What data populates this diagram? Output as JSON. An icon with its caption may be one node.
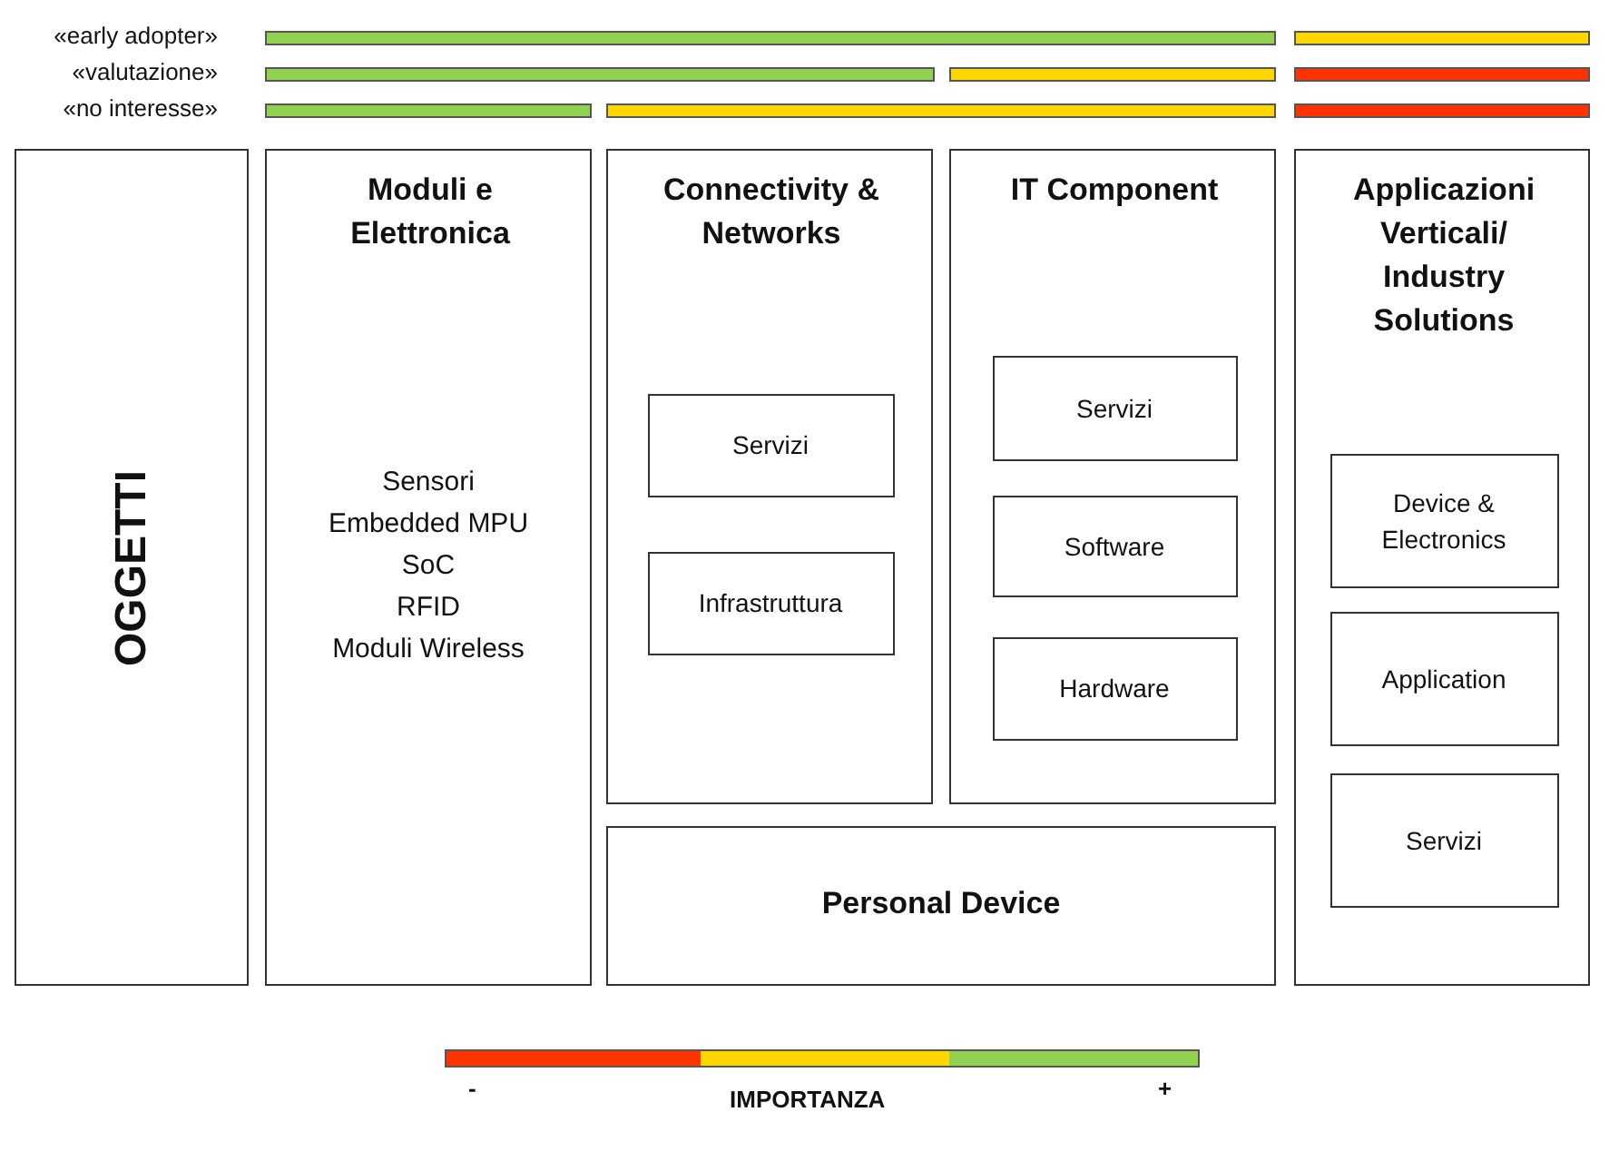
{
  "diagram": {
    "nodes": [
      {
        "text": [
          "OGGETTI"
        ]
      },
      {
        "text": [
          "Moduli e Elettronica",
          "Sensori",
          "Embedded MPU",
          "SoC",
          "RFID",
          "Moduli Wireless"
        ]
      },
      {
        "text": [
          "Connectivity & Networks"
        ]
      },
      {
        "text": [
          "Servizi"
        ],
        "in": 2
      },
      {
        "text": [
          "Infrastruttura"
        ],
        "in": 2
      },
      {
        "text": [
          "IT Component"
        ]
      },
      {
        "text": [
          "Servizi"
        ],
        "in": 5
      },
      {
        "text": [
          "Software"
        ],
        "in": 5
      },
      {
        "text": [
          "Hardware"
        ],
        "in": 5
      },
      {
        "text": [
          "Personal Device"
        ]
      },
      {
        "text": [
          "Applicazioni Verticali/ Industry Solutions"
        ]
      },
      {
        "text": [
          "Device & Electronics"
        ],
        "in": 10
      },
      {
        "text": [
          "Application"
        ],
        "in": 10
      },
      {
        "text": [
          "Servizi"
        ],
        "in": 10
      }
    ],
    "edges": [],
    "labels": [
      "«early adopter»",
      "«valutazione»",
      "«no interesse»",
      "-",
      "IMPORTANZA",
      "+"
    ]
  }
}
